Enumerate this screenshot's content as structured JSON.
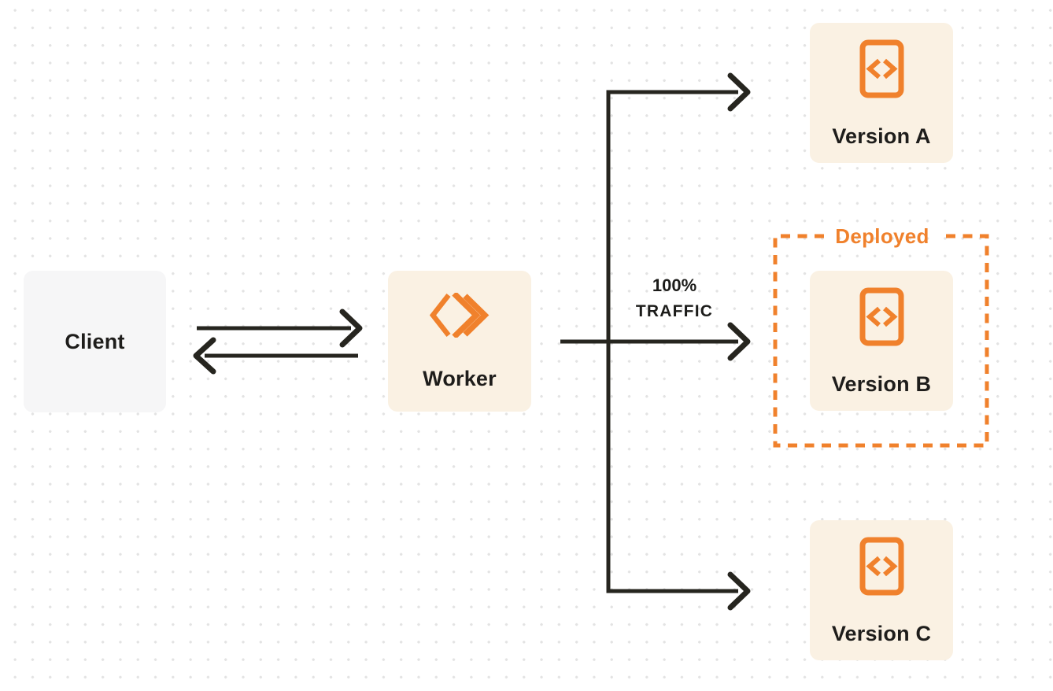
{
  "diagram": {
    "client": {
      "label": "Client"
    },
    "worker": {
      "label": "Worker",
      "icon": "cloudflare-workers-logo-icon"
    },
    "versions": [
      {
        "id": "a",
        "label": "Version A",
        "icon": "code-file-icon"
      },
      {
        "id": "b",
        "label": "Version B",
        "icon": "code-file-icon",
        "status": "Deployed"
      },
      {
        "id": "c",
        "label": "Version C",
        "icon": "code-file-icon"
      }
    ],
    "deployed": {
      "label": "Deployed"
    },
    "traffic": {
      "line1": "100%",
      "line2": "TRAFFIC"
    },
    "colors": {
      "accent_orange": "#f0812c",
      "node_cream": "#faf1e3",
      "node_gray": "#f6f6f7",
      "connector_dark": "#26251f",
      "text_dark": "#1e1d1b",
      "dot_grid": "#e3e3e3",
      "background": "#ffffff"
    }
  }
}
